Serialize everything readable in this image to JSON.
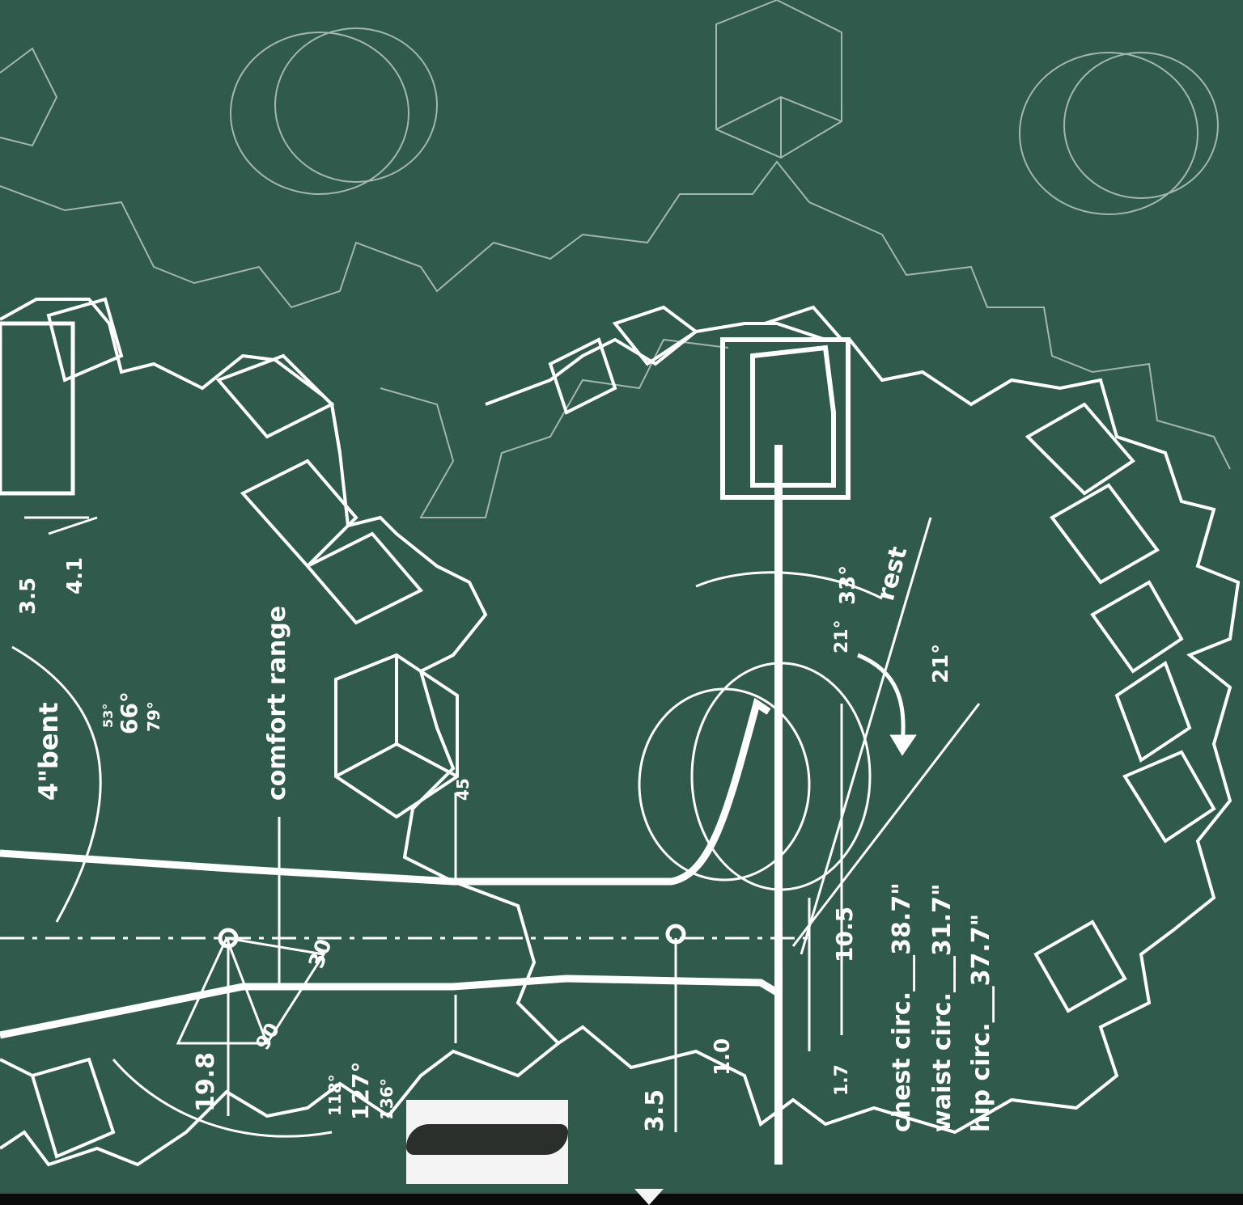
{
  "colors": {
    "background": "#2f5a4c",
    "line": "#ffffff",
    "faint_line": "#c9d6d0",
    "frame": "#0b0b0b"
  },
  "labels": {
    "comfort_range": "comfort range",
    "bent": "4\"bent",
    "rest": "rest",
    "angle_33": "33°",
    "angle_21a": "21°",
    "angle_21b": "21°",
    "angle_66": "66°",
    "angle_79": "79°",
    "angle_53": "53°",
    "dim_3_5_top": "3.5",
    "dim_4_1": "4.1",
    "dim_45": "45",
    "dim_30": "30",
    "dim_90": "90",
    "dim_19_8": "19.8",
    "angle_118": "118°",
    "angle_127": "127°",
    "angle_136": "136°",
    "dim_3_5_bottom": "3.5",
    "dim_1_0": "1.0",
    "dim_10_5": "10.5",
    "dim_1_7": "1.7",
    "chest": "chest circ.___38.7\"",
    "waist": "waist circ.___31.7\"",
    "hip": "hip circ.___37.7\""
  }
}
